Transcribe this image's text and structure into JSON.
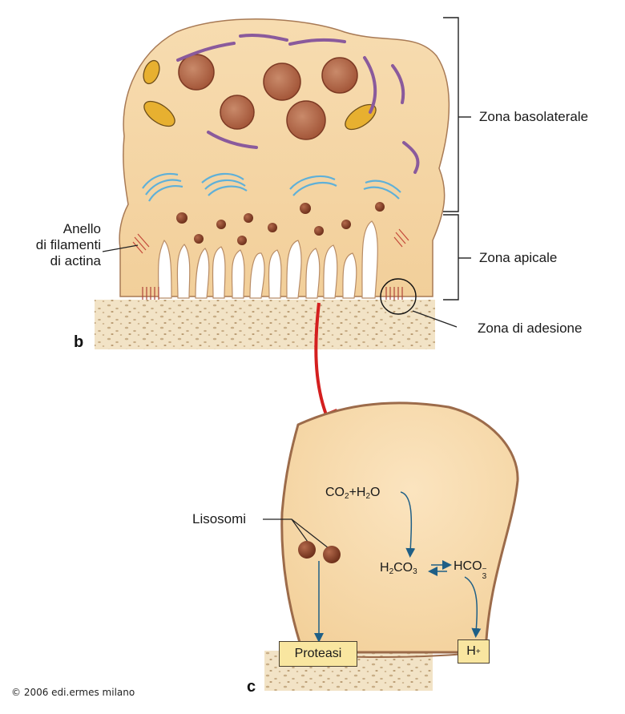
{
  "panel_b": {
    "letter": "b",
    "labels": {
      "zona_basolaterale": "Zona basolaterale",
      "zona_apicale": "Zona apicale",
      "zona_di_adesione": "Zona di adesione",
      "anello_line1": "Anello",
      "anello_line2": "di filamenti",
      "anello_line3": "di actina"
    }
  },
  "panel_c": {
    "letter": "c",
    "labels": {
      "lisosomi": "Lisosomi",
      "proteasi": "Proteasi"
    },
    "chemistry": {
      "co2": "CO",
      "co2_sub": "2",
      "plus": "+",
      "h2o_h": "H",
      "h2o_sub": "2",
      "h2o_o": "O",
      "h2co3_h": "H",
      "h2co3_sub2": "2",
      "h2co3_co": "CO",
      "h2co3_sub3": "3",
      "hco3": "HCO",
      "hco3_sub": "3",
      "hco3_sup": "−",
      "h_ion": "H",
      "h_ion_sup": "+"
    }
  },
  "copyright": "© 2006 edi.ermes milano",
  "colors": {
    "cell_fill": "#f5d7a8",
    "cell_outline": "#9c6b4a",
    "nucleus": "#b5684a",
    "golgi": "#5fb0d8",
    "mitochondria": "#e7b030",
    "er": "#8a5a9c",
    "bone": "#ecdcc0",
    "arrow_red": "#d41f1f",
    "arrow_blue": "#1f5f86"
  }
}
